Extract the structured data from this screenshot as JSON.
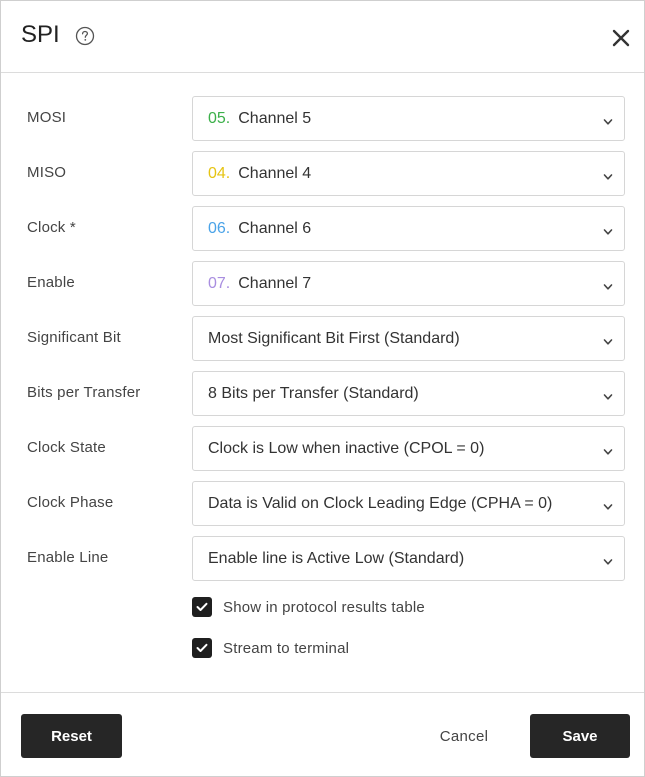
{
  "dialog": {
    "title": "SPI",
    "help_icon": "question-circle-icon",
    "close_icon": "close-icon"
  },
  "fields": [
    {
      "label": "MOSI",
      "channel_num": "05.",
      "channel_color": "#3cb04a",
      "value": "Channel 5"
    },
    {
      "label": "MISO",
      "channel_num": "04.",
      "channel_color": "#e6c413",
      "value": "Channel 4"
    },
    {
      "label": "Clock *",
      "channel_num": "06.",
      "channel_color": "#4aa3e8",
      "value": "Channel 6"
    },
    {
      "label": "Enable",
      "channel_num": "07.",
      "channel_color": "#a98ee0",
      "value": "Channel 7"
    },
    {
      "label": "Significant Bit",
      "value": "Most Significant Bit First (Standard)"
    },
    {
      "label": "Bits per Transfer",
      "value": "8 Bits per Transfer (Standard)"
    },
    {
      "label": "Clock State",
      "value": "Clock is Low when inactive (CPOL = 0)"
    },
    {
      "label": "Clock Phase",
      "value": "Data is Valid on Clock Leading Edge (CPHA = 0)"
    },
    {
      "label": "Enable Line",
      "value": "Enable line is Active Low (Standard)"
    }
  ],
  "checkboxes": [
    {
      "label": "Show in protocol results table",
      "checked": true
    },
    {
      "label": "Stream to terminal",
      "checked": true
    }
  ],
  "footer": {
    "reset_label": "Reset",
    "cancel_label": "Cancel",
    "save_label": "Save"
  },
  "icons": {
    "dropdown": "chevron-down-icon",
    "checkbox": "checkmark-icon"
  }
}
